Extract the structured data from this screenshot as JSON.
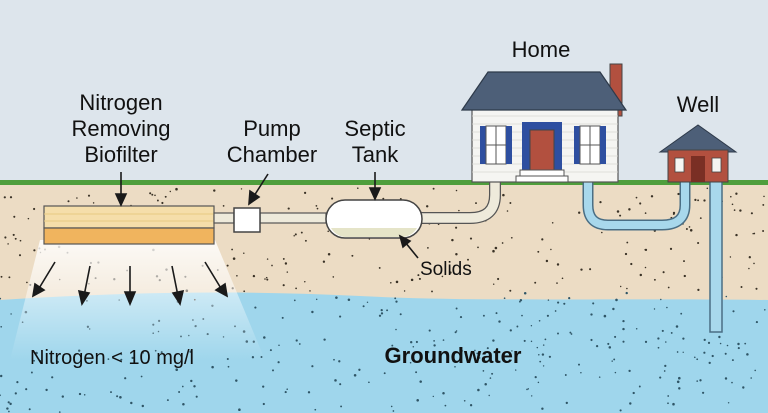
{
  "labels": {
    "biofilter": [
      "Nitrogen",
      "Removing",
      "Biofilter"
    ],
    "pump": [
      "Pump",
      "Chamber"
    ],
    "septic": [
      "Septic",
      "Tank"
    ],
    "home": "Home",
    "well": "Well",
    "solids": "Solids",
    "nitrogen": "Nitrogen < 10 mg/l",
    "groundwater": "Groundwater"
  },
  "colors": {
    "sky": "#dde5ec",
    "grass": "#4f9e3c",
    "soil": "#ecdcc4",
    "groundwater": "#9fd6ec",
    "house_wall": "#f5f5f2",
    "house_roof": "#4d5f78",
    "well_house": "#b2503f",
    "pipe": "#eeeadb",
    "water_pipe": "#a8d8ec",
    "biofilter_top": "#f5deaa",
    "biofilter_bottom": "#f0b45e"
  }
}
